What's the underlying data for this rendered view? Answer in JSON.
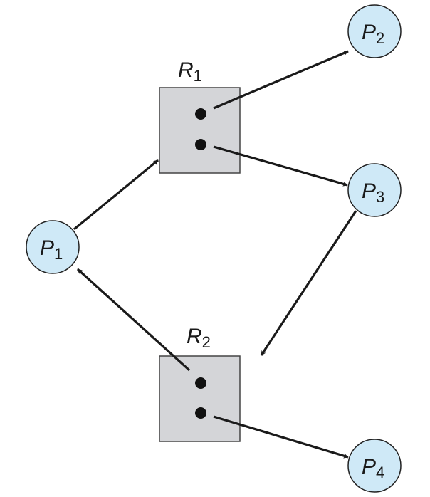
{
  "diagram": {
    "type": "resource-allocation-graph",
    "colors": {
      "process_fill": "#cfe9f7",
      "process_stroke": "#222222",
      "resource_fill": "#d4d5d8",
      "resource_stroke": "#444444",
      "edge": "#1a1a1a",
      "instance_dot": "#111111"
    },
    "processes": [
      {
        "id": "P1",
        "letter": "P",
        "sub": "1"
      },
      {
        "id": "P2",
        "letter": "P",
        "sub": "2"
      },
      {
        "id": "P3",
        "letter": "P",
        "sub": "3"
      },
      {
        "id": "P4",
        "letter": "P",
        "sub": "4"
      }
    ],
    "resources": [
      {
        "id": "R1",
        "letter": "R",
        "sub": "1",
        "instances": 2
      },
      {
        "id": "R2",
        "letter": "R",
        "sub": "2",
        "instances": 2
      }
    ],
    "edges": [
      {
        "from": "P1",
        "to": "R1",
        "kind": "request"
      },
      {
        "from": "R1",
        "to": "P2",
        "kind": "assignment",
        "instance": 1
      },
      {
        "from": "R1",
        "to": "P3",
        "kind": "assignment",
        "instance": 2
      },
      {
        "from": "P3",
        "to": "R2",
        "kind": "request"
      },
      {
        "from": "R2",
        "to": "P1",
        "kind": "assignment",
        "instance": 1
      },
      {
        "from": "R2",
        "to": "P4",
        "kind": "assignment",
        "instance": 2
      }
    ]
  }
}
